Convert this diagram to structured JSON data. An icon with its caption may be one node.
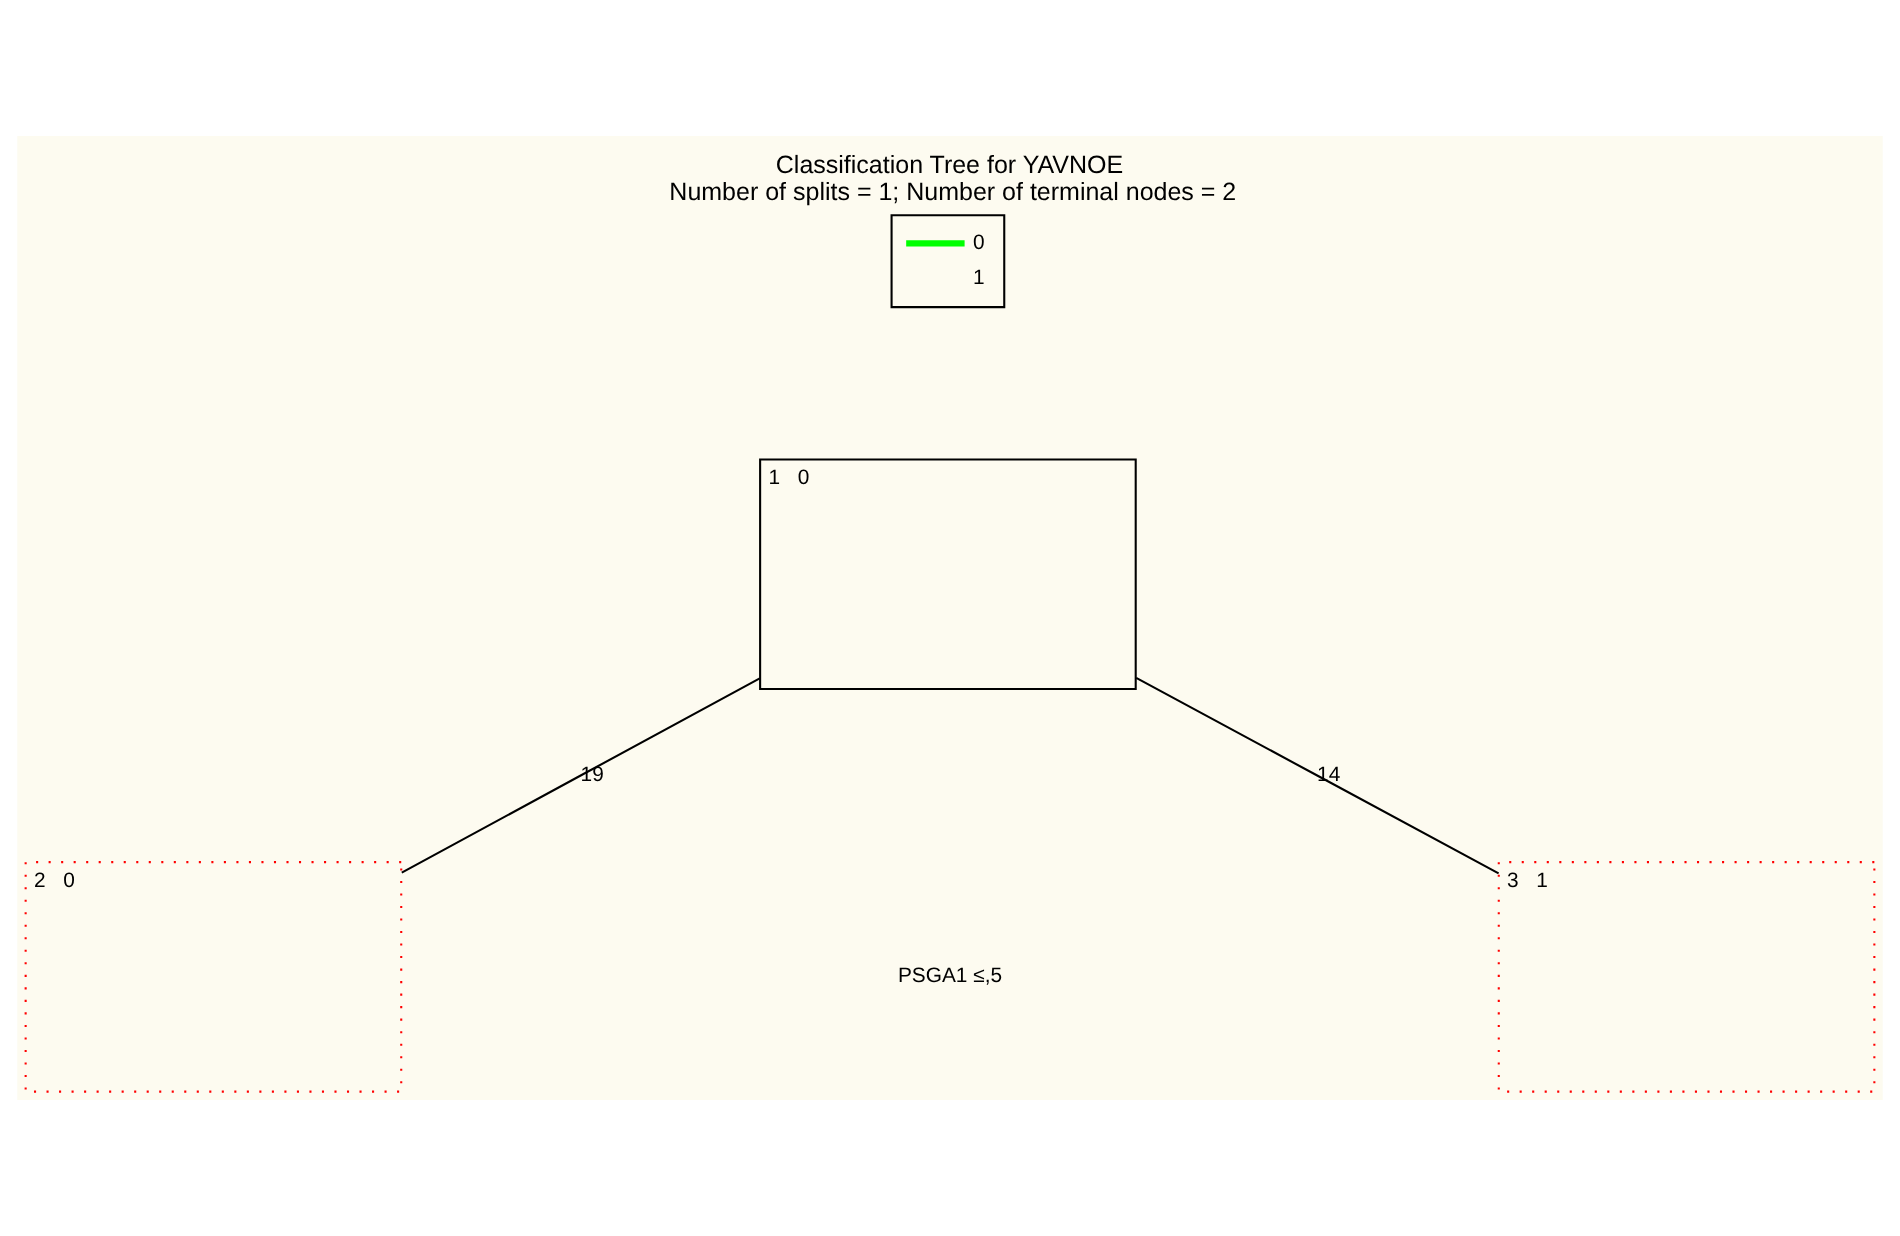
{
  "diagram": {
    "title": "Classification Tree for YAVNOE",
    "caption": "Number of splits = 1; Number of terminal nodes = 2",
    "nodes": [
      {
        "text": [
          "1",
          "0"
        ]
      },
      {
        "text": [
          "2",
          "0"
        ]
      },
      {
        "text": [
          "3",
          "1"
        ]
      }
    ],
    "edges": [
      {
        "from": 0,
        "to": 1,
        "arrow": "none",
        "label": "19"
      },
      {
        "from": 0,
        "to": 2,
        "arrow": "none",
        "label": "14"
      }
    ],
    "labels": [
      "PSGA1 ≤,5"
    ],
    "legend": [
      {
        "text": "0",
        "color": "#00ff00"
      },
      {
        "text": "1"
      }
    ]
  }
}
